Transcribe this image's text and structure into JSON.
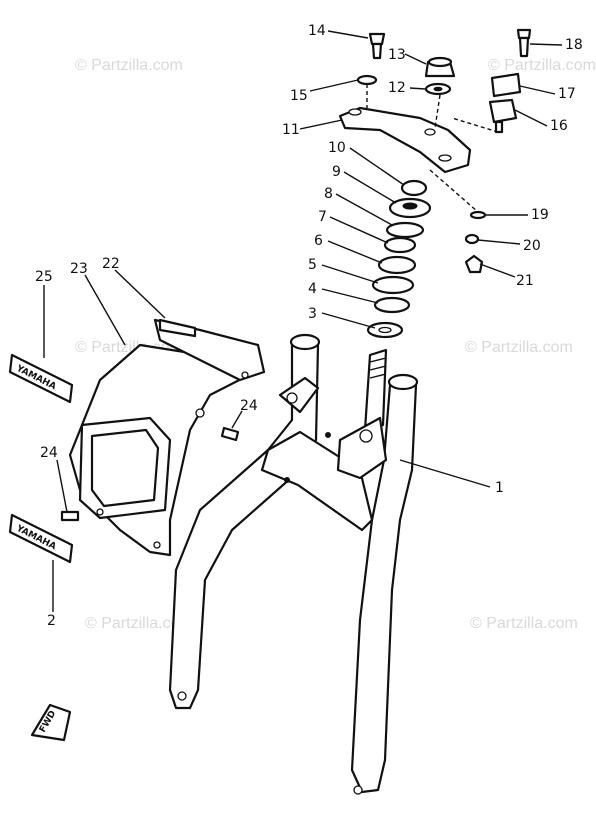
{
  "watermark": "© Partzilla.com",
  "callouts": [
    "1",
    "2",
    "3",
    "4",
    "5",
    "6",
    "7",
    "8",
    "9",
    "10",
    "11",
    "12",
    "13",
    "14",
    "15",
    "16",
    "17",
    "18",
    "19",
    "20",
    "21",
    "22",
    "23",
    "24",
    "24",
    "25"
  ],
  "decals": {
    "brand": "YAMAHA",
    "model": "YAMAHA",
    "arrow": "FWD"
  }
}
